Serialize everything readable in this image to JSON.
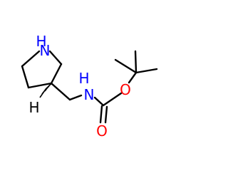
{
  "molecule": {
    "atoms": {
      "ring_n": {
        "symbol": "N",
        "color": "#0000ff"
      },
      "ring_n_h": {
        "symbol": "H",
        "color": "#0000ff"
      },
      "stereo_h": {
        "symbol": "H",
        "color": "#000000"
      },
      "amide_n": {
        "symbol": "N",
        "color": "#0000ff"
      },
      "amide_n_h": {
        "symbol": "H",
        "color": "#0000ff"
      },
      "ester_o": {
        "symbol": "O",
        "color": "#ff0000"
      },
      "carbonyl_o": {
        "symbol": "O",
        "color": "#ff0000"
      }
    },
    "bond_color": "#000000",
    "stereo": "hashed-wedge"
  }
}
